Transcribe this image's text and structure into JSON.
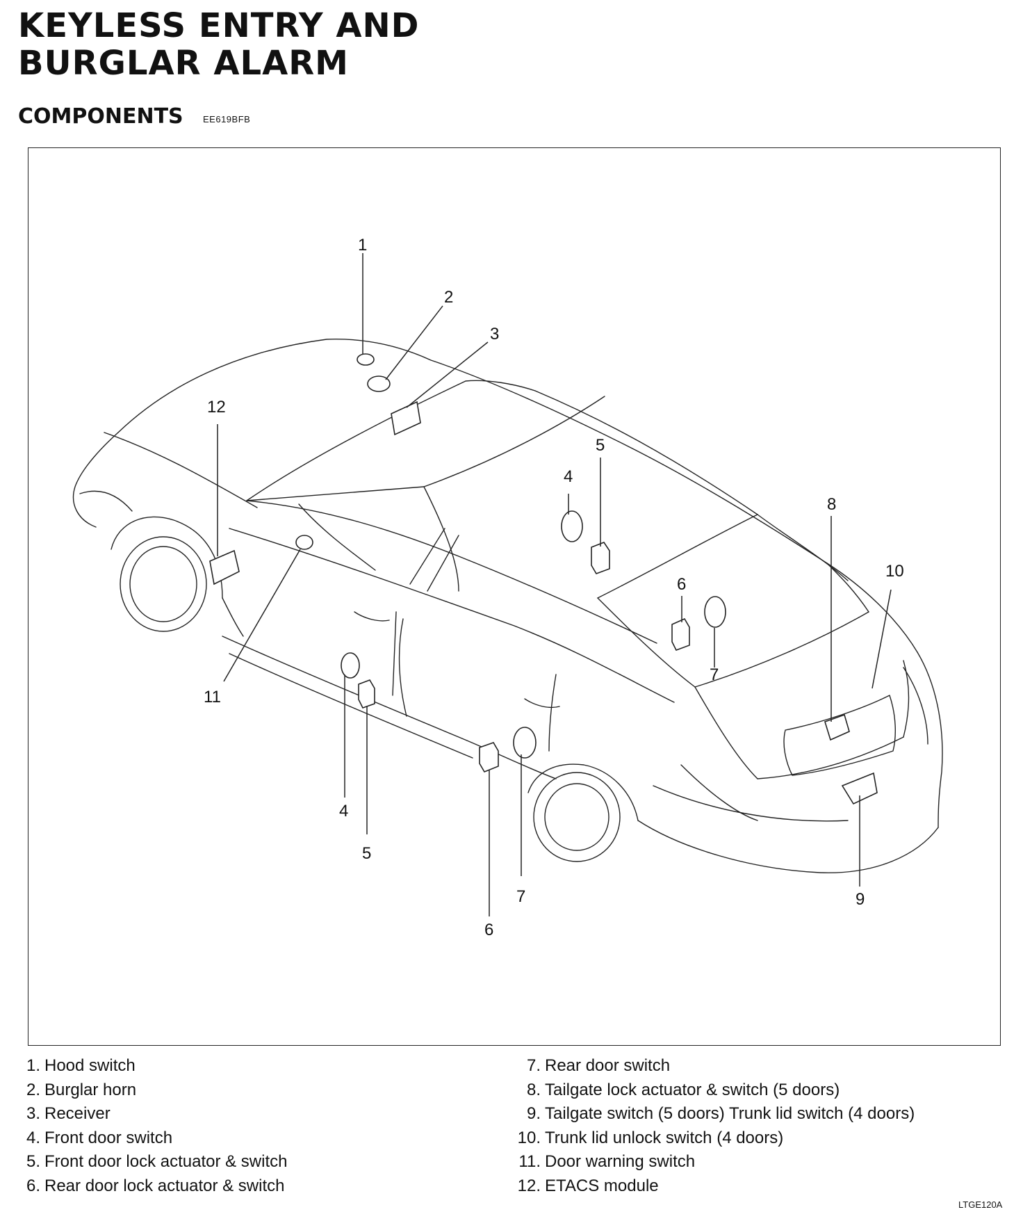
{
  "title": {
    "line1": "KEYLESS ENTRY AND",
    "line2": "BURGLAR ALARM"
  },
  "section": {
    "heading": "COMPONENTS",
    "code": "EE619BFB"
  },
  "callouts": [
    "1",
    "2",
    "3",
    "4",
    "5",
    "6",
    "7",
    "8",
    "9",
    "10",
    "11",
    "12"
  ],
  "legend": [
    {
      "num": "1.",
      "label": "Hood switch"
    },
    {
      "num": "2.",
      "label": "Burglar horn"
    },
    {
      "num": "3.",
      "label": "Receiver"
    },
    {
      "num": "4.",
      "label": "Front door switch"
    },
    {
      "num": "5.",
      "label": "Front door lock actuator & switch"
    },
    {
      "num": "6.",
      "label": "Rear door lock actuator & switch"
    },
    {
      "num": "7.",
      "label": "Rear door switch"
    },
    {
      "num": "8.",
      "label": "Tailgate lock actuator & switch (5 doors)"
    },
    {
      "num": "9.",
      "label": "Tailgate switch (5 doors) Trunk lid switch (4 doors)"
    },
    {
      "num": "10.",
      "label": "Trunk lid unlock switch (4 doors)"
    },
    {
      "num": "11.",
      "label": "Door warning switch"
    },
    {
      "num": "12.",
      "label": "ETACS module"
    }
  ],
  "figure_code": "LTGE120A"
}
